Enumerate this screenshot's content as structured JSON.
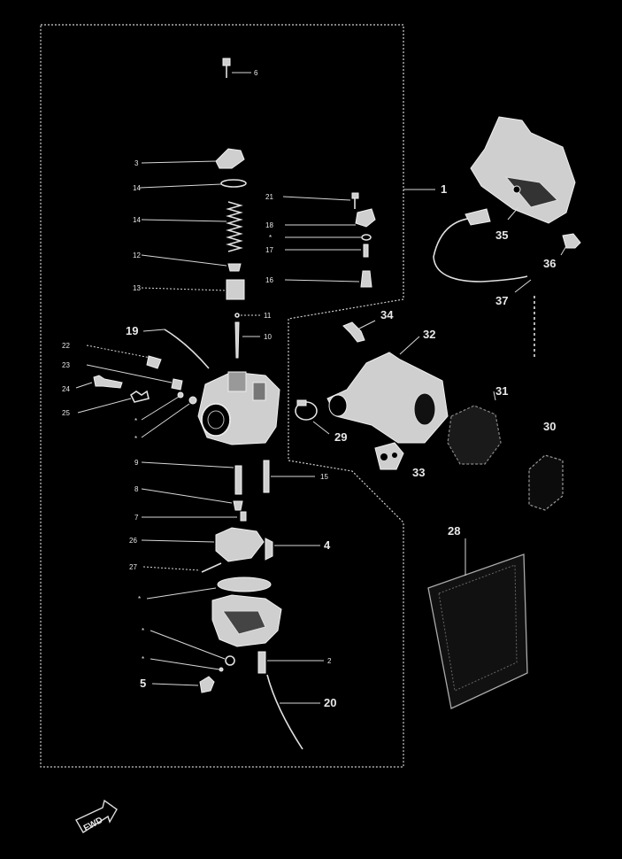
{
  "diagram": {
    "frame_label": "1",
    "fwd_badge": "FWD",
    "callouts": {
      "c6": "6",
      "c3": "3",
      "c14a": "14",
      "c14": "14",
      "c12": "12",
      "c13": "13",
      "c21": "21",
      "c18": "18",
      "c_star1": "*",
      "c17": "17",
      "c16": "16",
      "c11": "11",
      "c10": "10",
      "c19": "19",
      "c22": "22",
      "c23": "23",
      "c24": "24",
      "c25": "25",
      "c_star2": "*",
      "c_star3": "*",
      "c9": "9",
      "c15": "15",
      "c8": "8",
      "c7": "7",
      "c26": "26",
      "c4": "4",
      "c27": "27",
      "c_star4": "*",
      "c_star5": "*",
      "c_star6": "*",
      "c5": "5",
      "c2": "2",
      "c20": "20",
      "c35": "35",
      "c36": "36",
      "c37": "37",
      "c34": "34",
      "c32": "32",
      "c31": "31",
      "c30": "30",
      "c29": "29",
      "c33": "33",
      "c28": "28"
    }
  }
}
